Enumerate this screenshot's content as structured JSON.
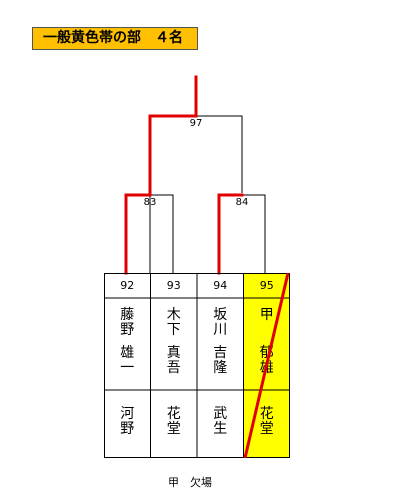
{
  "title": "一般黄色帯の部　４名",
  "matches": {
    "final": "97",
    "semi_left": "83",
    "semi_right": "84"
  },
  "entries": [
    {
      "number": "92",
      "family": "藤野",
      "given": "雄一",
      "club": "河野",
      "highlight": false
    },
    {
      "number": "93",
      "family": "木下",
      "given": "真吾",
      "club": "花堂",
      "highlight": false
    },
    {
      "number": "94",
      "family": "坂川",
      "given": "吉隆",
      "club": "武生",
      "highlight": false
    },
    {
      "number": "95",
      "family": "甲",
      "given": "郁雄",
      "club": "花堂",
      "highlight": true
    }
  ],
  "footnote": "甲　欠場",
  "colors": {
    "title_bg": "#ffc000",
    "winner_line": "#e00000",
    "highlight": "#ffff00",
    "grid_line": "#000000"
  }
}
